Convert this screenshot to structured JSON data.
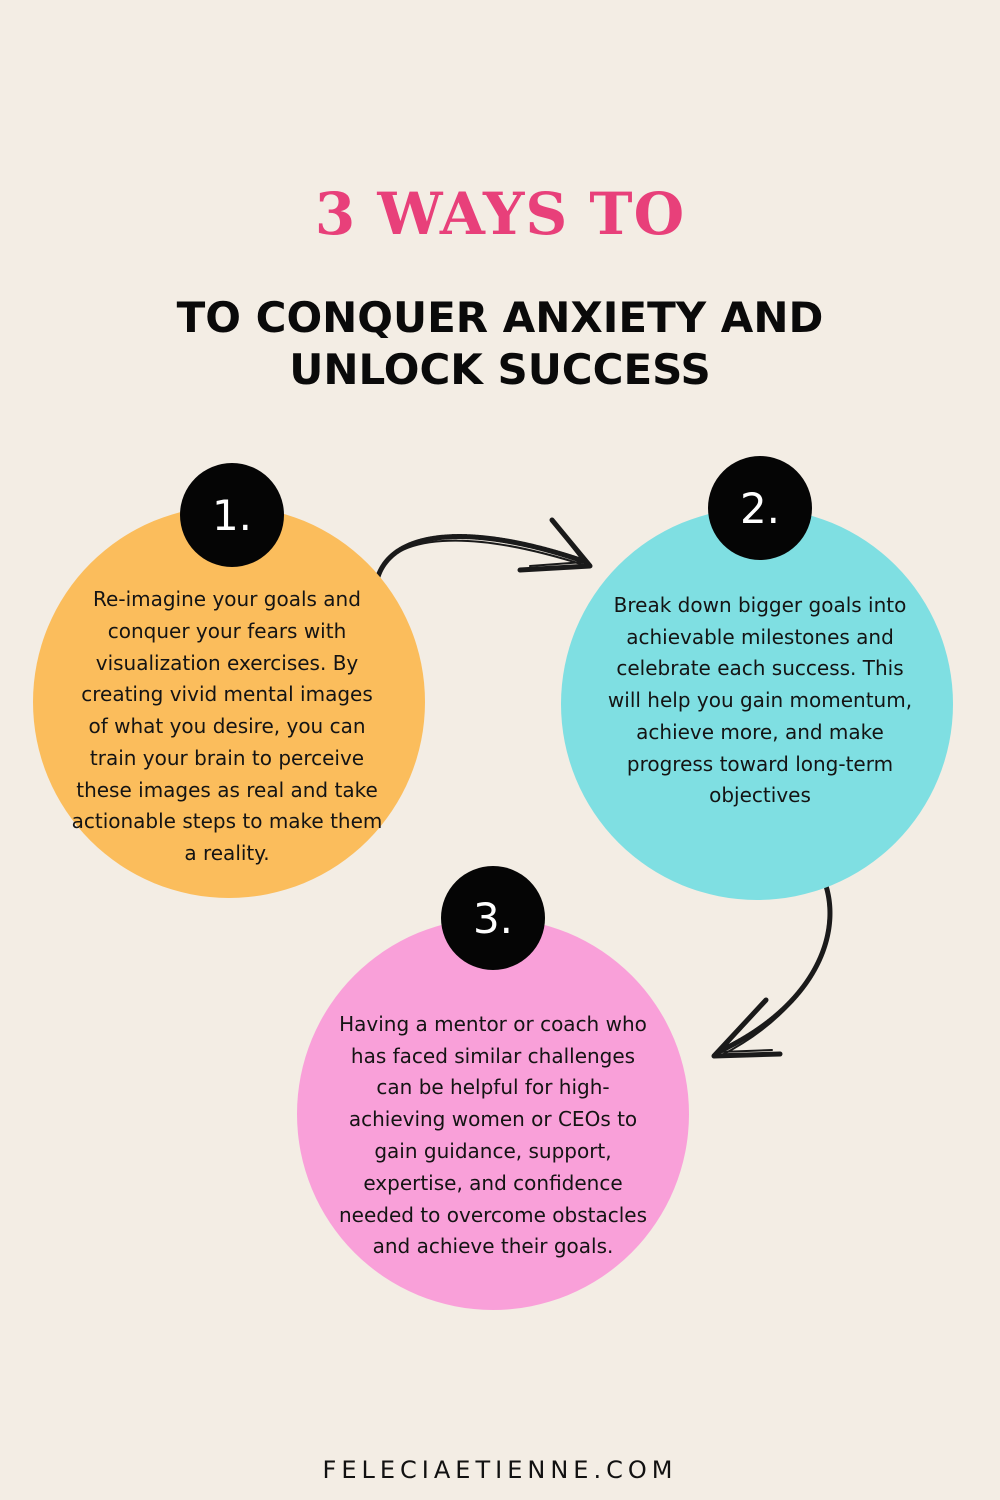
{
  "header": {
    "title": "3 WAYS TO",
    "subtitle_line1": "TO CONQUER ANXIETY AND",
    "subtitle_line2": "UNLOCK SUCCESS"
  },
  "steps": [
    {
      "number": "1.",
      "text": "Re-imagine your goals and conquer your fears with visualization exercises. By creating vivid mental images of what you desire, you can train your brain to perceive these images as real and take actionable steps to make them a reality."
    },
    {
      "number": "2.",
      "text": "Break down bigger goals into achievable milestones and celebrate each success. This will help you gain momentum, achieve more, and make progress toward long-term objectives"
    },
    {
      "number": "3.",
      "text": "Having a mentor or coach who has faced similar challenges can be helpful for high-achieving women or CEOs to gain guidance, support, expertise, and confidence needed to overcome obstacles and achieve their goals."
    }
  ],
  "footer": {
    "website": "FELECIAETIENNE.COM"
  },
  "colors": {
    "background": "#f3ede4",
    "title": "#e8407a",
    "step1_circle": "#fbbd5c",
    "step2_circle": "#7fdfe2",
    "step3_circle": "#f9a0d9",
    "number_badge": "#050505"
  },
  "icons": [
    "curved-arrow-right",
    "curved-arrow-down"
  ]
}
